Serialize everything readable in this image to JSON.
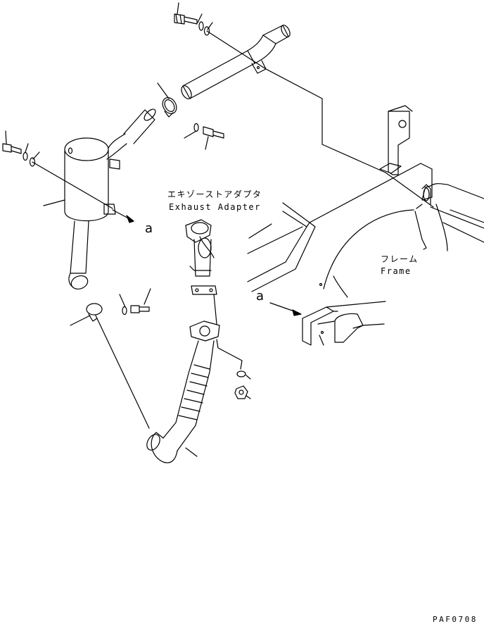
{
  "labels": {
    "exhaust_adapter_jp": "エキゾーストアダプタ",
    "exhaust_adapter_en": "Exhaust Adapter",
    "frame_jp": "フレーム",
    "frame_en": "Frame",
    "ref_a": "a",
    "drawing_code": "PAF0708"
  },
  "style": {
    "line_color": "#000000",
    "background": "#ffffff"
  }
}
